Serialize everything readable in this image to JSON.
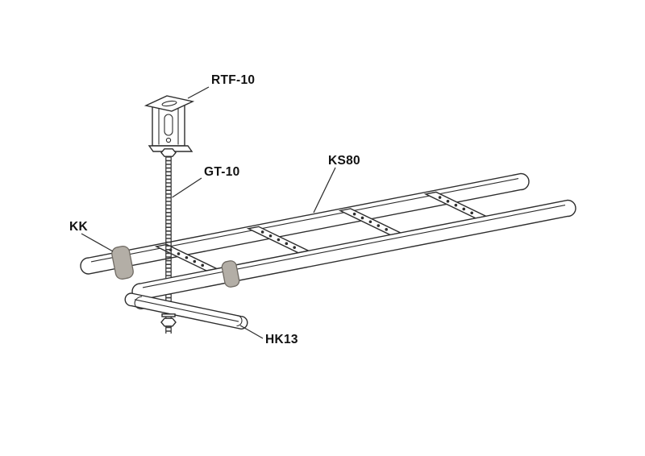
{
  "figure": {
    "labels": {
      "rtf10": "RTF-10",
      "gt10": "GT-10",
      "ks80": "KS80",
      "kk": "KK",
      "hk13": "HK13"
    },
    "colors": {
      "line": "#2d2d2d",
      "clip": "#b3aea6",
      "background": "#ffffff"
    }
  }
}
